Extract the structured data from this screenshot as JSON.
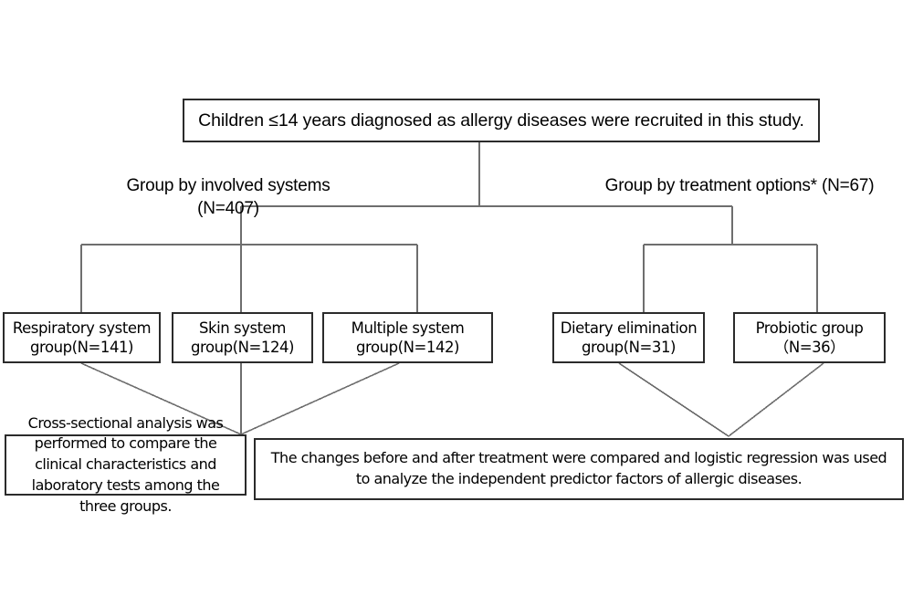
{
  "diagram": {
    "title": "Study recruitment and grouping flowchart",
    "line_color": "#6e6e6e",
    "box_border_color": "#2b2b2b",
    "background": "#ffffff",
    "root": {
      "text": "Children ≤14 years diagnosed as allergy diseases were recruited in this study."
    },
    "branch_labels": {
      "left": "Group by  involved systems\n(N=407)",
      "right": "Group by treatment options*  (N=67)"
    },
    "left_groups": [
      {
        "text": "Respiratory system\ngroup(N=141)",
        "label": "respiratory-system-group",
        "n": 141
      },
      {
        "text": "Skin system\ngroup(N=124)",
        "label": "skin-system-group",
        "n": 124
      },
      {
        "text": "Multiple system\ngroup(N=142)",
        "label": "multiple-system-group",
        "n": 142
      }
    ],
    "right_groups": [
      {
        "text": "Dietary elimination\ngroup(N=31)",
        "label": "dietary-elimination-group",
        "n": 31
      },
      {
        "text": "Probiotic group\n（N=36）",
        "label": "probiotic-group",
        "n": 36
      }
    ],
    "outcomes": {
      "left": "Cross-sectional analysis was performed to compare the clinical characteristics and laboratory tests among the three groups.",
      "right": "The changes before and after treatment were compared and logistic regression was used to analyze the independent predictor factors of allergic diseases."
    }
  }
}
